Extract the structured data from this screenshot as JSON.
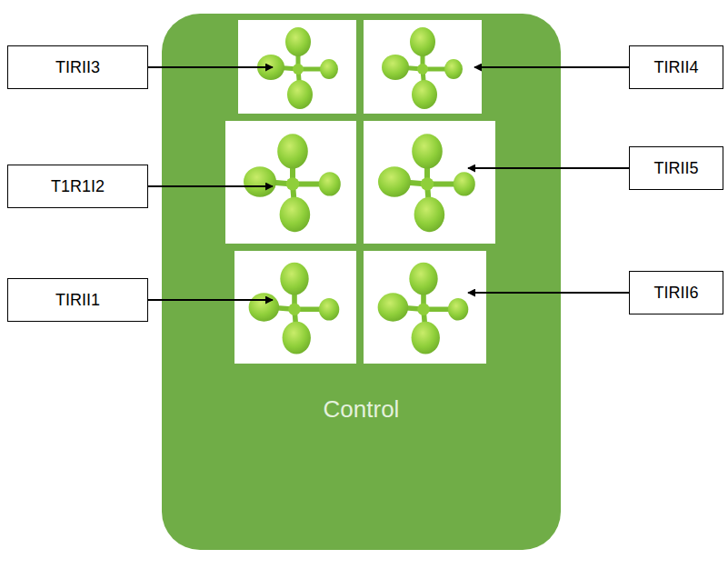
{
  "diagram": {
    "nodes": [
      {
        "text": [
          "TIRII3"
        ]
      },
      {
        "text": [
          "TIRII4"
        ]
      },
      {
        "text": [
          "T1R1I2"
        ]
      },
      {
        "text": [
          "TIRII5"
        ]
      },
      {
        "text": [
          "TIRII1"
        ]
      },
      {
        "text": [
          "TIRII6"
        ]
      },
      {
        "text": [
          "Control"
        ]
      }
    ],
    "edges": [
      {
        "from": 0,
        "to": 6,
        "arrow": "to"
      },
      {
        "from": 1,
        "to": 6,
        "arrow": "to"
      },
      {
        "from": 2,
        "to": 6,
        "arrow": "to"
      },
      {
        "from": 3,
        "to": 6,
        "arrow": "to"
      },
      {
        "from": 4,
        "to": 6,
        "arrow": "to"
      },
      {
        "from": 5,
        "to": 6,
        "arrow": "to"
      }
    ]
  }
}
